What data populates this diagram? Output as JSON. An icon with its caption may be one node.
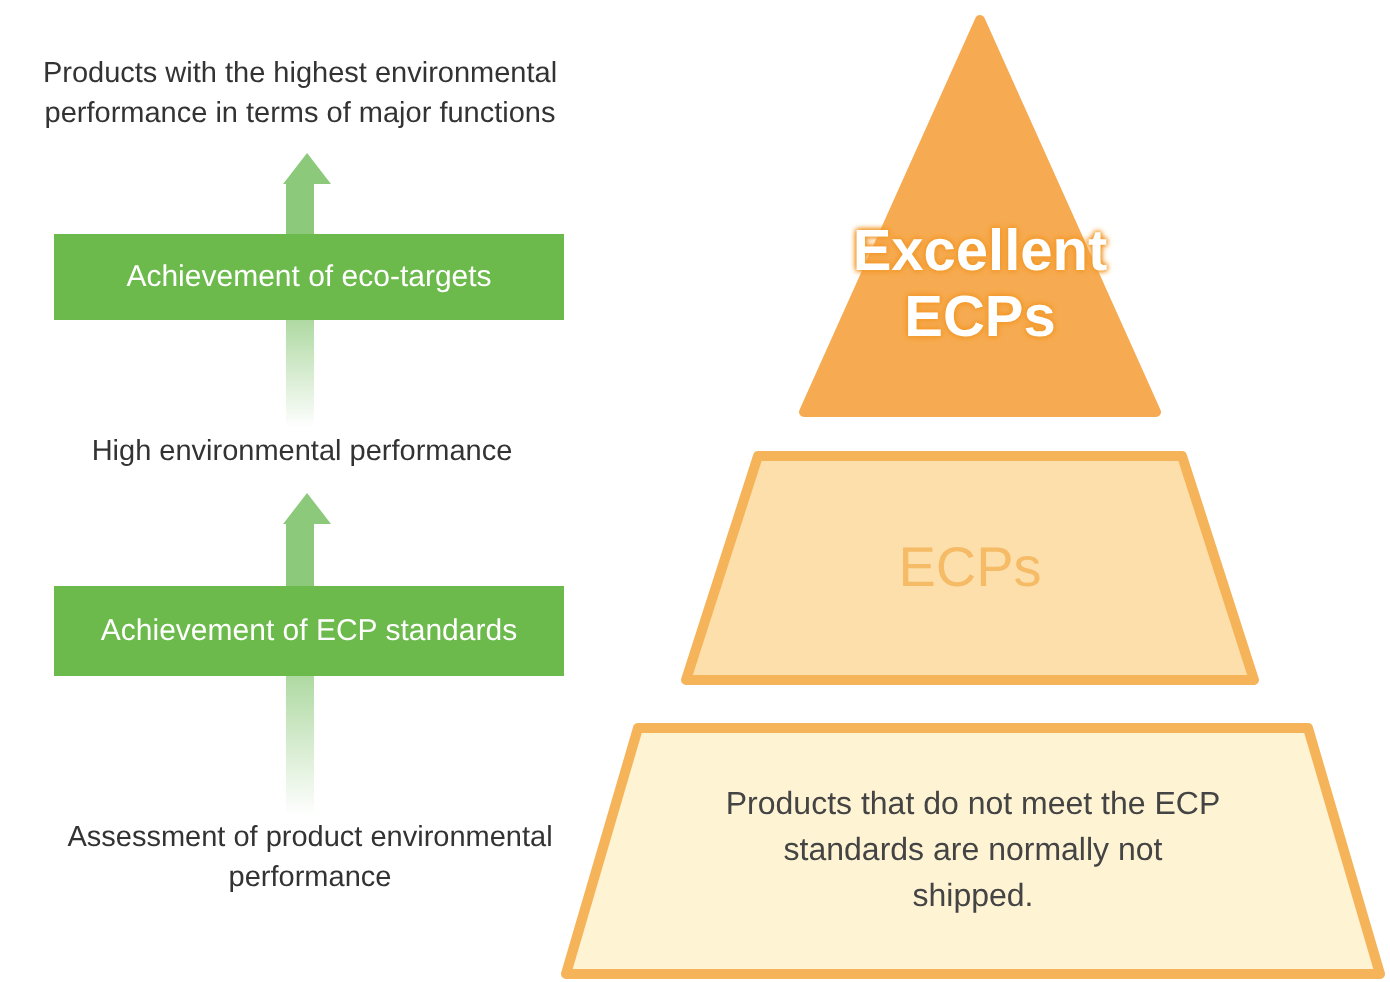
{
  "diagram": {
    "nodes": [
      {
        "text": [
          "Products with the highest environmental performance in terms of major functions"
        ]
      },
      {
        "text": [
          "Achievement of eco-targets"
        ]
      },
      {
        "text": [
          "High environmental performance"
        ]
      },
      {
        "text": [
          "Achievement of ECP standards"
        ]
      },
      {
        "text": [
          "Assessment of product environmental performance"
        ]
      },
      {
        "text": [
          "Excellent ECPs"
        ]
      },
      {
        "text": [
          "ECPs"
        ]
      },
      {
        "text": [
          "Products that do not meet the ECP standards are normally not shipped."
        ]
      }
    ],
    "edges": [
      {
        "from": 4,
        "to": 3,
        "arrow": "none"
      },
      {
        "from": 3,
        "to": 2,
        "arrow": "to"
      },
      {
        "from": 2,
        "to": 1,
        "arrow": "none"
      },
      {
        "from": 1,
        "to": 0,
        "arrow": "to"
      }
    ]
  }
}
